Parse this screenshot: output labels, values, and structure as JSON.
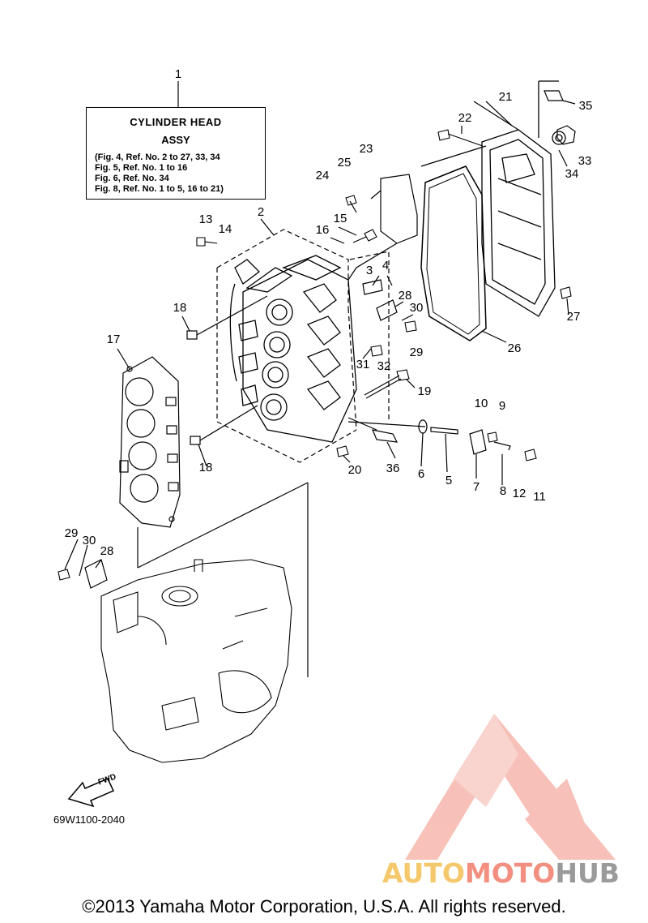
{
  "info_box": {
    "ref_number": "1",
    "title_line1": "CYLINDER HEAD",
    "title_line2": "ASSY",
    "references": [
      "(Fig. 4, Ref. No. 2 to 27, 33, 34",
      " Fig. 5, Ref. No. 1 to 16",
      " Fig. 6, Ref. No. 34",
      " Fig. 8, Ref. No. 1 to 5, 16 to 21)"
    ]
  },
  "callouts": [
    {
      "id": "c2",
      "label": "2"
    },
    {
      "id": "c3",
      "label": "3"
    },
    {
      "id": "c4",
      "label": "4"
    },
    {
      "id": "c5",
      "label": "5"
    },
    {
      "id": "c6",
      "label": "6"
    },
    {
      "id": "c7",
      "label": "7"
    },
    {
      "id": "c8",
      "label": "8"
    },
    {
      "id": "c9",
      "label": "9"
    },
    {
      "id": "c10",
      "label": "10"
    },
    {
      "id": "c11",
      "label": "11"
    },
    {
      "id": "c12",
      "label": "12"
    },
    {
      "id": "c13",
      "label": "13"
    },
    {
      "id": "c14",
      "label": "14"
    },
    {
      "id": "c15",
      "label": "15"
    },
    {
      "id": "c16",
      "label": "16"
    },
    {
      "id": "c17",
      "label": "17"
    },
    {
      "id": "c18a",
      "label": "18"
    },
    {
      "id": "c18b",
      "label": "18"
    },
    {
      "id": "c19",
      "label": "19"
    },
    {
      "id": "c20",
      "label": "20"
    },
    {
      "id": "c21",
      "label": "21"
    },
    {
      "id": "c22",
      "label": "22"
    },
    {
      "id": "c23",
      "label": "23"
    },
    {
      "id": "c24",
      "label": "24"
    },
    {
      "id": "c25",
      "label": "25"
    },
    {
      "id": "c26",
      "label": "26"
    },
    {
      "id": "c27",
      "label": "27"
    },
    {
      "id": "c28a",
      "label": "28"
    },
    {
      "id": "c28b",
      "label": "28"
    },
    {
      "id": "c29a",
      "label": "29"
    },
    {
      "id": "c29b",
      "label": "29"
    },
    {
      "id": "c30a",
      "label": "30"
    },
    {
      "id": "c30b",
      "label": "30"
    },
    {
      "id": "c31",
      "label": "31"
    },
    {
      "id": "c32",
      "label": "32"
    },
    {
      "id": "c33",
      "label": "33"
    },
    {
      "id": "c34",
      "label": "34"
    },
    {
      "id": "c35",
      "label": "35"
    },
    {
      "id": "c36",
      "label": "36"
    }
  ],
  "fwd_label": "FWD",
  "diagram_code": "69W1100-2040",
  "watermark": {
    "part1": "AUTO",
    "part2": "MOTO",
    "part3": "HUB"
  },
  "copyright": "©2013 Yamaha Motor Corporation, U.S.A. All rights reserved.",
  "colors": {
    "watermark_red": "#f28f80",
    "watermark_yellow": "#f6c86c",
    "watermark_gray": "#9a9a9a",
    "line": "#000000"
  }
}
